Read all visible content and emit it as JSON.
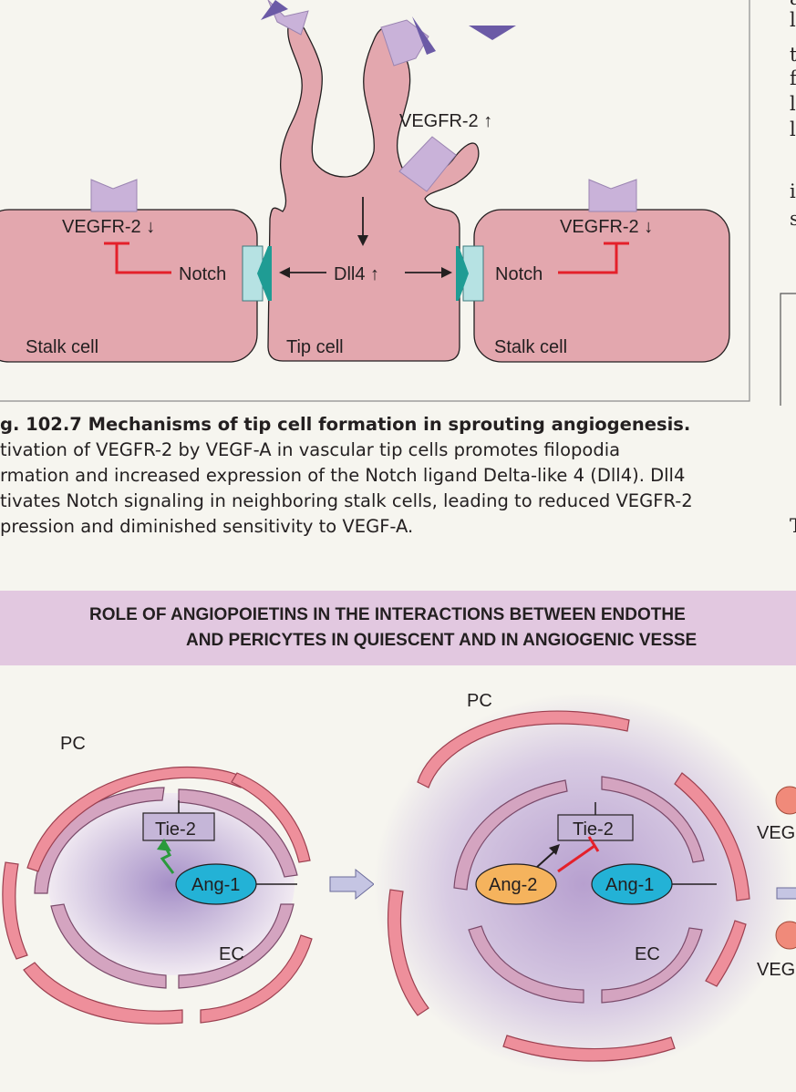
{
  "figure_top": {
    "labels": {
      "vegfr2_up": "VEGFR-2 ↑",
      "vegfr2_down_left": "VEGFR-2 ↓",
      "vegfr2_down_right": "VEGFR-2 ↓",
      "notch_left": "Notch",
      "notch_right": "Notch",
      "dll4": "Dll4 ↑",
      "stalk_left": "Stalk cell",
      "tip": "Tip cell",
      "stalk_right": "Stalk cell"
    },
    "colors": {
      "cell_fill": "#e3a7ae",
      "receptor": "#c9b2d9",
      "ligand": "#6b5aa6",
      "inhibition": "#e4202a",
      "notch_teal": "#1f9c94"
    }
  },
  "caption": {
    "title": "g. 102.7 Mechanisms of tip cell formation in sprouting angiogenesis.",
    "lines": [
      "tivation of VEGFR-2 by VEGF-A in vascular tip cells promotes filopodia",
      "rmation and increased expression of the Notch ligand Delta-like 4 (Dll4). Dll4",
      "tivates Notch signaling in neighboring stalk cells, leading to reduced VEGFR-2",
      "pression and diminished sensitivity to VEGF-A."
    ]
  },
  "banner": {
    "line1": "ROLE OF ANGIOPOIETINS IN THE INTERACTIONS BETWEEN ENDOTHE",
    "line2": "AND PERICYTES IN QUIESCENT AND IN ANGIOGENIC VESSE"
  },
  "figure_bottom": {
    "left_vessel": {
      "pc": "PC",
      "tie2": "Tie-2",
      "ang1": "Ang-1",
      "ec": "EC"
    },
    "right_vessel": {
      "pc": "PC",
      "tie2": "Tie-2",
      "ang2": "Ang-2",
      "ang1": "Ang-1",
      "ec": "EC"
    },
    "vegf_top": "VEG",
    "vegf_bottom": "VEG",
    "colors": {
      "pericyte": "#ee8f9b",
      "endothelial": "#d4a4c0",
      "lumen": "#a58fc7",
      "ang1": "#23b2d6",
      "ang2": "#f5b35d",
      "tie2": "#c5b6d8",
      "activation": "#2a9a3c"
    }
  },
  "right_column_text": [
    "a",
    "l",
    "t",
    "f",
    "l",
    "l",
    "i",
    "s",
    "T"
  ]
}
